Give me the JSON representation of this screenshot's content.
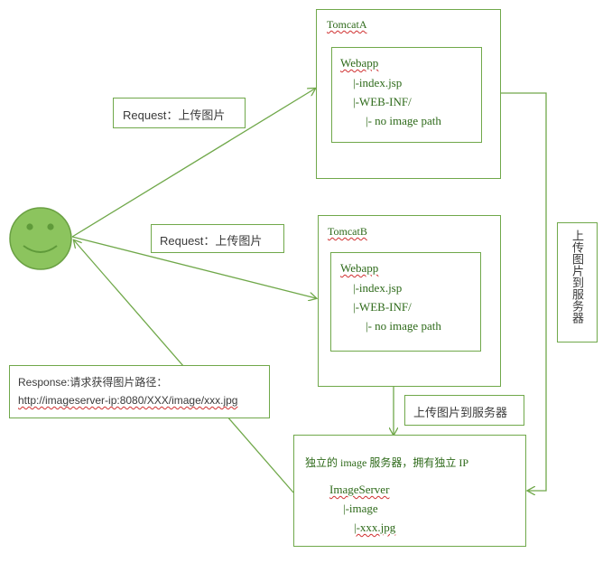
{
  "tomcat_a": {
    "title": "TomcatA",
    "app": "Webapp",
    "lines": [
      "|-index.jsp",
      "|-WEB-INF/",
      "|- no image path"
    ]
  },
  "tomcat_b": {
    "title": "TomcatB",
    "app": "Webapp",
    "lines": [
      "|-index.jsp",
      "|-WEB-INF/",
      "|- no image path"
    ]
  },
  "request_a": "Request：上传图片",
  "request_b": "Request：上传图片",
  "response": {
    "line1": "Response:请求获得图片路径：",
    "line2": "http://imageserver-ip:8080/XXX/image/xxx.jpg"
  },
  "upload_b_label": "上传图片到服务器",
  "upload_a_label": "上传图片到服务器",
  "image_server": {
    "header": "独立的 image 服务器，拥有独立 IP",
    "title": "ImageServer",
    "lines": [
      "|-image",
      "|-xxx.jpg"
    ]
  },
  "colors": {
    "line": "#70a84a",
    "smiley_fill": "#8cc45e",
    "smiley_stroke": "#6aa043"
  }
}
